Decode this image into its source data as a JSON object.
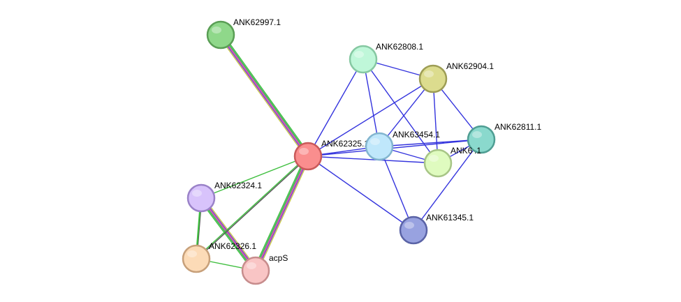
{
  "network": {
    "nodes": [
      {
        "id": "ANK62325.1",
        "label": "ANK62325.1",
        "fill": "#fa8e8e",
        "stroke": "#c95a5a"
      },
      {
        "id": "ANK62997.1",
        "label": "ANK62997.1",
        "fill": "#8fd88a",
        "stroke": "#5a9e55"
      },
      {
        "id": "ANK62808.1",
        "label": "ANK62808.1",
        "fill": "#bff7d9",
        "stroke": "#86c8a2"
      },
      {
        "id": "ANK62904.1",
        "label": "ANK62904.1",
        "fill": "#dcdc8e",
        "stroke": "#9d9d55"
      },
      {
        "id": "ANK63454.1",
        "label": "ANK63454.1",
        "fill": "#bfe7fb",
        "stroke": "#82b5cf"
      },
      {
        "id": "ANK62811.1",
        "label": "ANK62811.1",
        "fill": "#8ad9cd",
        "stroke": "#4f9e93"
      },
      {
        "id": "ANK6xxxx.1",
        "label": "ANK6",
        "label_tail": ".1",
        "fill": "#dffbbf",
        "stroke": "#a7c586"
      },
      {
        "id": "ANK61345.1",
        "label": "ANK61345.1",
        "fill": "#98a2e0",
        "stroke": "#5a63a6"
      },
      {
        "id": "ANK62324.1",
        "label": "ANK62324.1",
        "fill": "#d8c3fb",
        "stroke": "#9a82c8"
      },
      {
        "id": "ANK62326.1",
        "label": "ANK62326.1",
        "fill": "#fcdbb7",
        "stroke": "#c7a07a"
      },
      {
        "id": "acpS",
        "label": "acpS",
        "fill": "#f9c5c5",
        "stroke": "#c78d8d"
      }
    ],
    "edges": [
      {
        "source": "ANK62325.1",
        "target": "ANK62997.1",
        "colors": [
          "#c8c84a",
          "#7a37c8",
          "#d43fa0",
          "#2fae4e",
          "#3fbf3f"
        ]
      },
      {
        "source": "ANK62325.1",
        "target": "acpS",
        "colors": [
          "#c8c84a",
          "#7a37c8",
          "#d43fa0",
          "#2fae4e",
          "#3fbf3f"
        ]
      },
      {
        "source": "ANK62324.1",
        "target": "acpS",
        "colors": [
          "#c8c84a",
          "#7a37c8",
          "#d43fa0",
          "#2fae4e",
          "#3fbf3f"
        ]
      },
      {
        "source": "ANK62325.1",
        "target": "ANK62326.1",
        "colors": [
          "#555555",
          "#3fbf3f"
        ]
      },
      {
        "source": "ANK62324.1",
        "target": "ANK62326.1",
        "colors": [
          "#555555",
          "#3fbf3f"
        ]
      },
      {
        "source": "ANK62325.1",
        "target": "ANK62324.1",
        "colors": [
          "#3fbf3f"
        ]
      },
      {
        "source": "ANK62324.1",
        "target": "ANK62326.1",
        "colors": [
          "#3fbf3f"
        ]
      },
      {
        "source": "ANK62326.1",
        "target": "acpS",
        "colors": [
          "#3fbf3f"
        ]
      },
      {
        "source": "ANK62325.1",
        "target": "ANK62808.1",
        "colors": [
          "#3333dd"
        ]
      },
      {
        "source": "ANK62325.1",
        "target": "ANK62904.1",
        "colors": [
          "#3333dd"
        ]
      },
      {
        "source": "ANK62325.1",
        "target": "ANK63454.1",
        "colors": [
          "#3333dd"
        ]
      },
      {
        "source": "ANK62325.1",
        "target": "ANK62811.1",
        "colors": [
          "#3333dd"
        ]
      },
      {
        "source": "ANK62325.1",
        "target": "ANK6xxxx.1",
        "colors": [
          "#3333dd"
        ]
      },
      {
        "source": "ANK62325.1",
        "target": "ANK61345.1",
        "colors": [
          "#3333dd"
        ]
      },
      {
        "source": "ANK62808.1",
        "target": "ANK62904.1",
        "colors": [
          "#3333dd"
        ]
      },
      {
        "source": "ANK62808.1",
        "target": "ANK63454.1",
        "colors": [
          "#3333dd"
        ]
      },
      {
        "source": "ANK62808.1",
        "target": "ANK6xxxx.1",
        "colors": [
          "#3333dd"
        ]
      },
      {
        "source": "ANK62904.1",
        "target": "ANK63454.1",
        "colors": [
          "#3333dd"
        ]
      },
      {
        "source": "ANK62904.1",
        "target": "ANK62811.1",
        "colors": [
          "#3333dd"
        ]
      },
      {
        "source": "ANK62904.1",
        "target": "ANK6xxxx.1",
        "colors": [
          "#3333dd"
        ]
      },
      {
        "source": "ANK63454.1",
        "target": "ANK62811.1",
        "colors": [
          "#3333dd"
        ]
      },
      {
        "source": "ANK63454.1",
        "target": "ANK6xxxx.1",
        "colors": [
          "#3333dd"
        ]
      },
      {
        "source": "ANK63454.1",
        "target": "ANK61345.1",
        "colors": [
          "#3333dd"
        ]
      },
      {
        "source": "ANK62811.1",
        "target": "ANK6xxxx.1",
        "colors": [
          "#3333dd"
        ]
      },
      {
        "source": "ANK62811.1",
        "target": "ANK61345.1",
        "colors": [
          "#3333dd"
        ]
      }
    ]
  }
}
